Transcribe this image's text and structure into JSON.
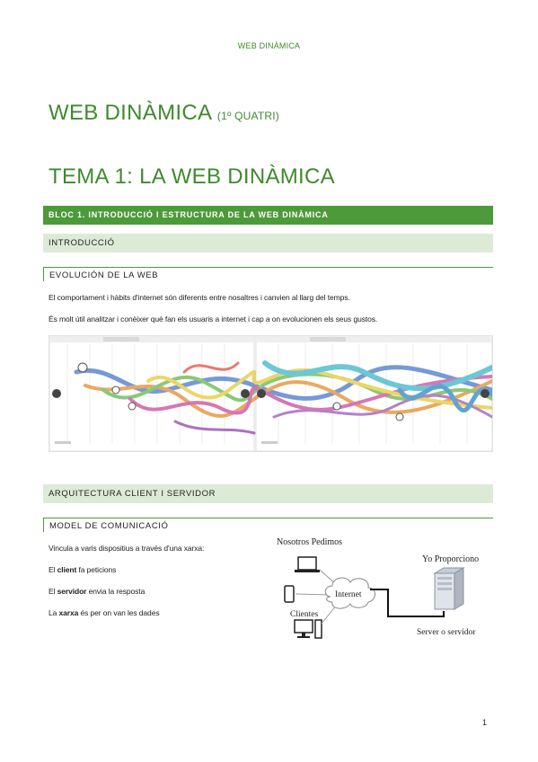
{
  "header": "WEB DINÀMICA",
  "doc_title": {
    "main": "WEB DINÀMICA",
    "suffix": "(1º QUATRI)"
  },
  "tema_title": "TEMA 1: LA WEB DINÀMICA",
  "bloc_title": "BLOC 1. INTRODUCCIÓ I ESTRUCTURA DE LA WEB DINÀMICA",
  "intro": {
    "heading": "INTRODUCCIÓ",
    "subheading": "EVOLUCIÓN DE LA WEB",
    "para1": "El comportament i hàbits d'internet són diferents entre nosaltres i canvien al llarg del temps.",
    "para2": "És molt útil analitzar i conèixer què fan els usuaris a internet i cap a on evolucionen els seus gustos."
  },
  "arquitectura": {
    "heading": "ARQUITECTURA CLIENT I SERVIDOR",
    "subheading": "MODEL DE COMUNICACIÓ",
    "line1": "Vincula a varis dispositius a través d'una xarxa:",
    "line2": {
      "pre": "El ",
      "bold": "client",
      "post": " fa peticions"
    },
    "line3": {
      "pre": "El ",
      "bold": "servidor",
      "post": " envia la resposta"
    },
    "line4": {
      "pre": "La ",
      "bold": "xarxa",
      "post": " és per on van les dades"
    }
  },
  "diagram": {
    "nosotros": "Nosotros Pedimos",
    "yo": "Yo Proporciono",
    "internet": "Internet",
    "clientes": "Clientes",
    "server": "Server o servidor"
  },
  "page_number": "1",
  "colors": {
    "accent": "#3f8a2e",
    "bloc_bg": "#4c9a3a",
    "section_bg": "#dcebd6"
  },
  "icons": [
    "laptop-icon",
    "phone-icon",
    "desktop-icon",
    "cloud-icon",
    "server-icon"
  ]
}
